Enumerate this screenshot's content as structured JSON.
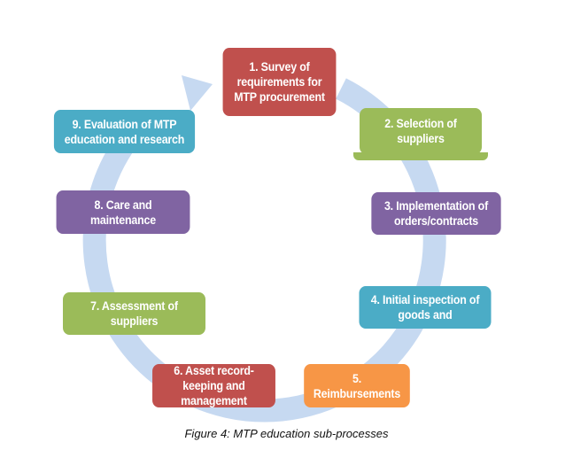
{
  "colors": {
    "ring": "#c6d9f1",
    "red": "#c0504d",
    "green": "#9bbb59",
    "purple": "#8064a2",
    "teal": "#4bacc6",
    "orange": "#f79646"
  },
  "steps": [
    {
      "label": "1. Survey of requirements for MTP procurement"
    },
    {
      "label": "2. Selection of suppliers"
    },
    {
      "label": "3. Implementation of orders/contracts"
    },
    {
      "label": "4. Initial inspection of goods and"
    },
    {
      "label": "5. Reimbursements"
    },
    {
      "label": "6. Asset record-keeping and management"
    },
    {
      "label": "7. Assessment of suppliers"
    },
    {
      "label": "8. Care and maintenance"
    },
    {
      "label": "9. Evaluation of MTP education and research"
    }
  ],
  "caption": "Figure 4: MTP education sub-processes"
}
